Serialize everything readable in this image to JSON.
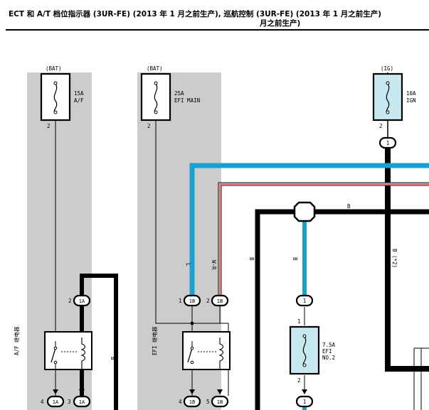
{
  "title": {
    "line1": "ECT 和 A/T 档位指示器 (3UR-FE) (2013 年 1 月之前生产), 巡航控制 (3UR-FE) (2013 年 1 月之前生产)",
    "line2": "月之前生产)"
  },
  "power_sources": {
    "bat1": "(BAT)",
    "bat2": "(BAT)",
    "ig": "(IG)"
  },
  "fuses": {
    "af": {
      "rating": "15A",
      "name": "A/F",
      "pin": "2"
    },
    "efi_main": {
      "rating": "25A",
      "name": "EFI MAIN",
      "pin": "2"
    },
    "ign": {
      "rating": "10A",
      "name": "IGN",
      "pin": "2"
    },
    "efi2": {
      "rating": "7.5A",
      "name_line1": "EFI",
      "name_line2": "NO.2",
      "pin_top": "1",
      "pin_bottom": "2"
    }
  },
  "relays": {
    "af_relay": "A/F 继电器",
    "efi_relay": "EFI 继电器"
  },
  "connectors": {
    "ign_out": "1",
    "af_top": {
      "pin": "2",
      "id": "1A"
    },
    "efi_top_left": {
      "pin": "1",
      "id": "1B"
    },
    "efi_top_right": {
      "pin": "2",
      "id": "1B"
    },
    "af_bot_left": {
      "pin": "4",
      "id": "1A"
    },
    "af_bot_right": {
      "pin": "3",
      "id": "1A"
    },
    "efi_bot_left": {
      "pin": "4",
      "id": "1B"
    },
    "efi_bot_right": {
      "pin": "5",
      "id": "1B"
    },
    "efi2_in": "1",
    "efi2_out": "1"
  },
  "wire_colors": {
    "l": "L",
    "wr": "W-R",
    "b_h": "B",
    "b_v1": "B",
    "b_v2": "B",
    "b_ign": "B (*2)",
    "b_af": "B"
  },
  "colors": {
    "fuse_fill_unswitched": "#ffffff",
    "fuse_fill_switched": "#c6e8ee",
    "panel_gray": "#cccccc",
    "wire_blue": "#1a9fcf",
    "wire_red": "#e0201a",
    "wire_black": "#000000"
  }
}
